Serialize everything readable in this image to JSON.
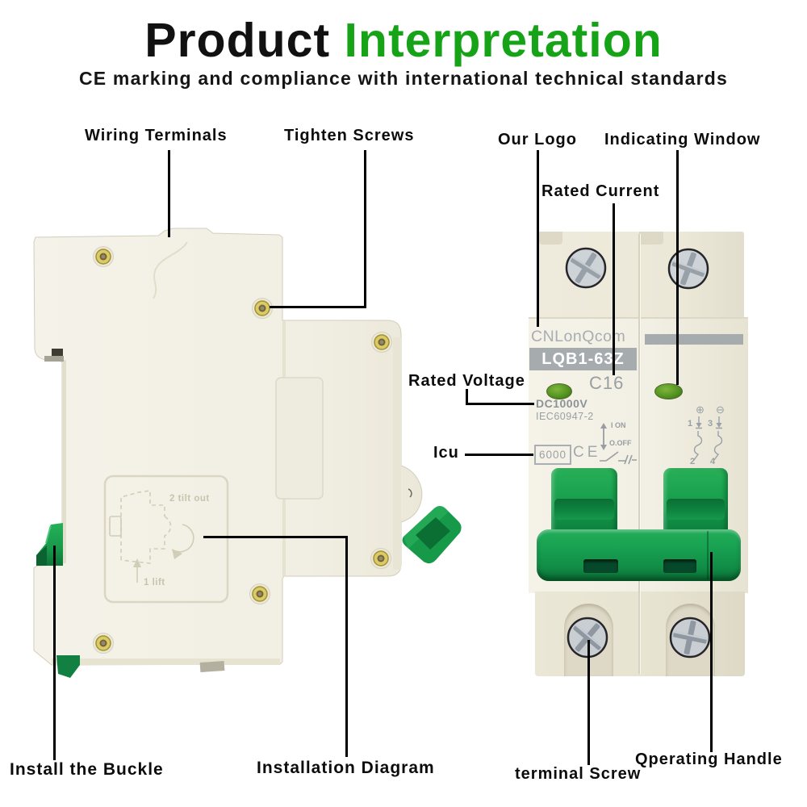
{
  "title": {
    "black": "Product",
    "green": "Interpretation"
  },
  "subtitle": "CE marking and compliance with international technical standards",
  "colors": {
    "accent_green": "#17a317",
    "handle_green": "#18a04e",
    "body_cream": "#f2f0e4",
    "band_gray": "#a6abae"
  },
  "annotations": {
    "wiring_terminals": "Wiring Terminals",
    "tighten_screws": "Tighten Screws",
    "our_logo": "Our Logo",
    "indicating_window": "Indicating Window",
    "rated_current": "Rated Current",
    "rated_voltage": "Rated Voltage",
    "icu": "Icu",
    "install_the_buckle": "Install the Buckle",
    "installation_diagram": "Installation Diagram",
    "terminal_screw": "terminal Screw",
    "operating_handle": "Qperating Handle"
  },
  "breaker_front": {
    "brand": "CNLonQcom",
    "model": "LQB1-63Z",
    "rated_current": "C16",
    "rated_voltage": "DC1000V",
    "standard": "IEC60947-2",
    "on_label": "I ON",
    "off_label": "O.OFF",
    "icu_value": "6000",
    "ce_mark": "CE",
    "polarity_plus": "⊕",
    "polarity_minus": "⊖",
    "terminal_1": "1",
    "terminal_2": "2",
    "terminal_3": "3",
    "terminal_4": "4"
  },
  "breaker_side": {
    "step_2": "2 tilt out",
    "step_1": "1 lift"
  }
}
